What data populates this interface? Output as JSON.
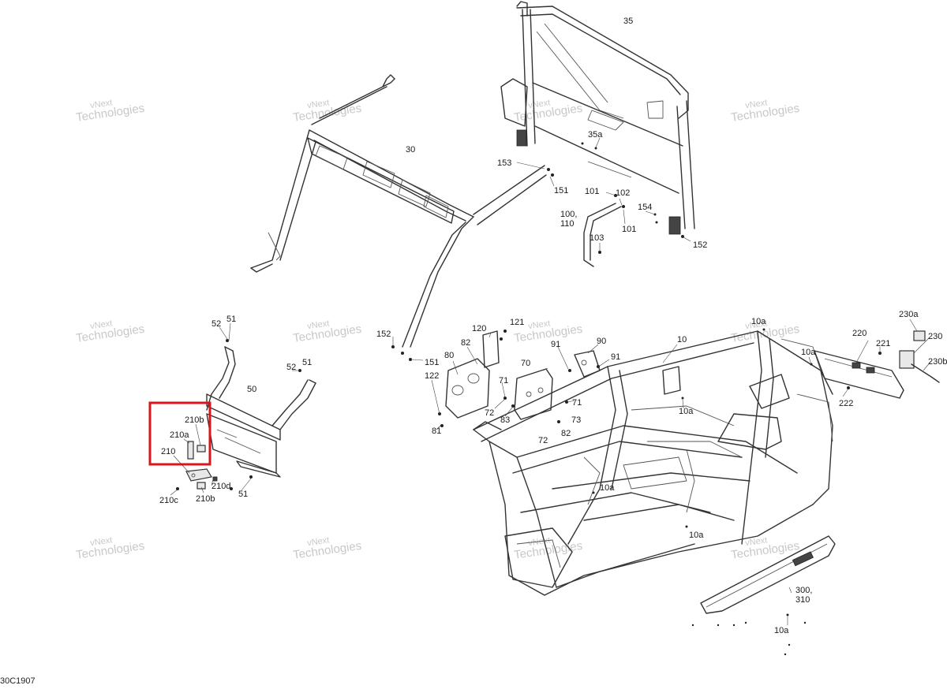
{
  "diagram_code": "30C1907",
  "watermark": {
    "line1": "vNext",
    "line2": "Technologies",
    "inline": "vNext Technologies"
  },
  "callouts": {
    "c35": "35",
    "c35a": "35a",
    "c30": "30",
    "c153": "153",
    "c151a": "151",
    "c101a": "101",
    "c102": "102",
    "c100": "100,",
    "c110": "110",
    "c154": "154",
    "c101b": "101",
    "c103": "103",
    "c152a": "152",
    "c52a": "52",
    "c51a": "51",
    "c52b": "52",
    "c51b": "51",
    "c50": "50",
    "c210b1": "210b",
    "c210a": "210a",
    "c210": "210",
    "c210d": "210d",
    "c51c": "51",
    "c210c": "210c",
    "c210b2": "210b",
    "c152b": "152",
    "c151b": "151",
    "c120": "120",
    "c121": "121",
    "c82a": "82",
    "c80": "80",
    "c122": "122",
    "c81": "81",
    "c72a": "72",
    "c71a": "71",
    "c70": "70",
    "c83": "83",
    "c72b": "72",
    "c71b": "71",
    "c73": "73",
    "c82b": "82",
    "c91a": "91",
    "c90": "90",
    "c91b": "91",
    "c10": "10",
    "c10a1": "10a",
    "c10a2": "10a",
    "c10a3": "10a",
    "c10a4": "10a",
    "c10a5": "10a",
    "c10a6": "10a",
    "c220": "220",
    "c221": "221",
    "c222": "222",
    "c230a": "230a",
    "c230": "230",
    "c230b": "230b",
    "c300": "300,",
    "c310": "310"
  },
  "highlight": {
    "color": "#d9161c",
    "label": "highlight-box"
  }
}
